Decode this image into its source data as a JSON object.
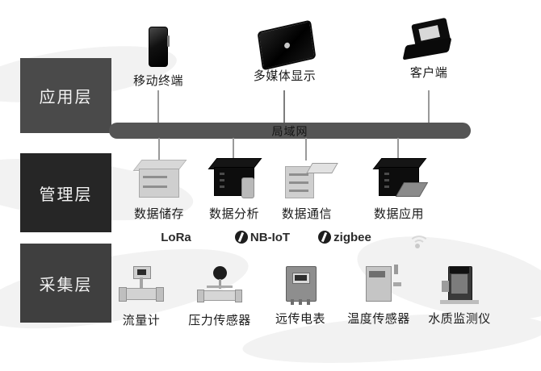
{
  "layers": [
    {
      "id": "application",
      "label": "应用层"
    },
    {
      "id": "management",
      "label": "管理层"
    },
    {
      "id": "collection",
      "label": "采集层"
    }
  ],
  "network": {
    "label": "局域网"
  },
  "application_devices": [
    {
      "id": "mobile-terminal",
      "label": "移动终端",
      "icon": "smartphone-icon"
    },
    {
      "id": "multimedia-display",
      "label": "多媒体显示",
      "icon": "tablet-icon"
    },
    {
      "id": "client",
      "label": "客户端",
      "icon": "laptop-icon"
    }
  ],
  "management_devices": [
    {
      "id": "data-storage",
      "label": "数据储存",
      "icon": "storage-server-icon"
    },
    {
      "id": "data-analysis",
      "label": "数据分析",
      "icon": "analysis-server-icon"
    },
    {
      "id": "data-communication",
      "label": "数据通信",
      "icon": "communication-server-icon"
    },
    {
      "id": "data-application",
      "label": "数据应用",
      "icon": "application-server-icon"
    }
  ],
  "protocols": [
    {
      "id": "lora",
      "label": "LoRa"
    },
    {
      "id": "nb-iot",
      "label": "NB-IoT"
    },
    {
      "id": "zigbee",
      "label": "zigbee"
    },
    {
      "id": "wireless",
      "label": "",
      "icon": "wireless-signal-icon"
    }
  ],
  "collection_devices": [
    {
      "id": "flow-meter",
      "label": "流量计",
      "icon": "flow-meter-icon"
    },
    {
      "id": "pressure-sensor",
      "label": "压力传感器",
      "icon": "pressure-sensor-icon"
    },
    {
      "id": "remote-electricity-meter",
      "label": "远传电表",
      "icon": "electricity-meter-icon"
    },
    {
      "id": "temperature-sensor",
      "label": "温度传感器",
      "icon": "temperature-sensor-icon"
    },
    {
      "id": "water-quality-monitor",
      "label": "水质监测仪",
      "icon": "water-quality-icon"
    }
  ],
  "colors": {
    "layer_application_bg": "#4a4a4a",
    "layer_management_bg": "#262626",
    "layer_collection_bg": "#3f3f3f",
    "network_bar_bg": "#555555",
    "connector_line": "#9a9a9a",
    "text_dark": "#1b1b1b",
    "text_light": "#f3f3f3",
    "background": "#ffffff"
  }
}
